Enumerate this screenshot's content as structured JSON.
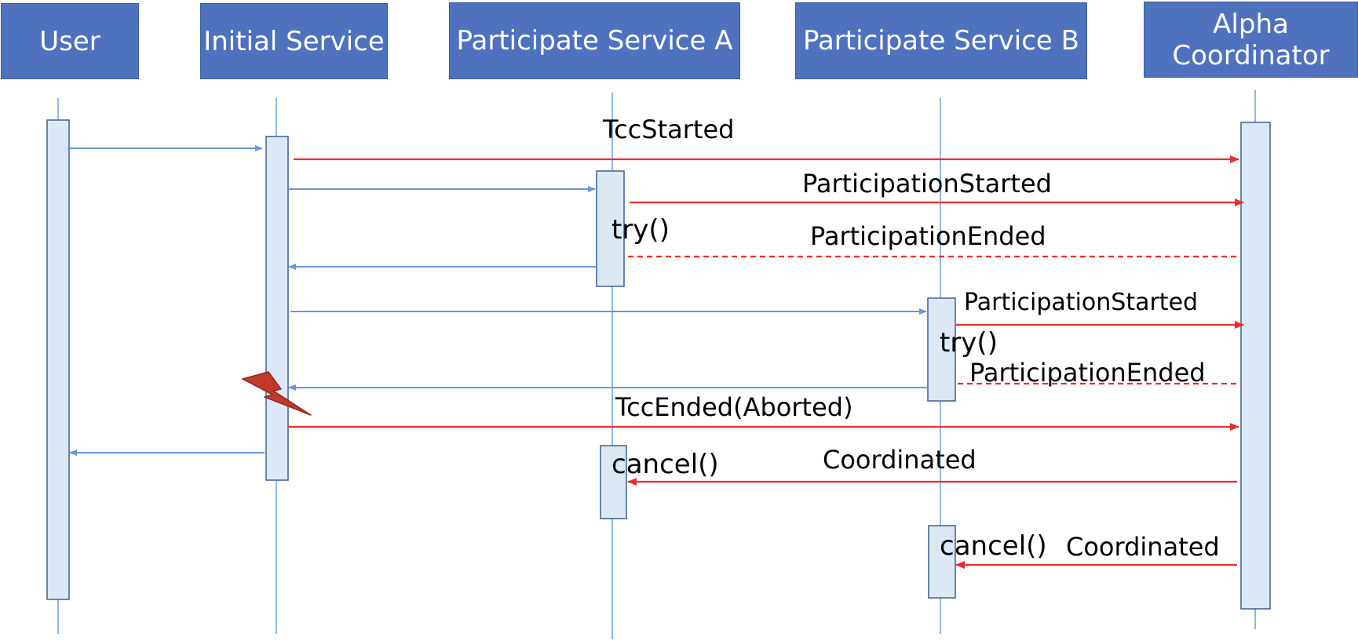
{
  "colors": {
    "header_fill": "#4f72bf",
    "header_text": "#ffffff",
    "lifeline": "#6f9fd8",
    "activation_fill": "#dde8f5",
    "activation_border": "#3d5f8f",
    "sync_arrow": "#6a97d4",
    "event_arrow": "#e8302a",
    "failure_mark": "#c0392b"
  },
  "participants": [
    {
      "id": "user",
      "label": "User"
    },
    {
      "id": "initial",
      "label": "Initial Service"
    },
    {
      "id": "svc_a",
      "label": "Participate Service A"
    },
    {
      "id": "svc_b",
      "label": "Participate Service B"
    },
    {
      "id": "alpha",
      "label": "Alpha\nCoordinator"
    }
  ],
  "messages": [
    {
      "id": "tcc_started",
      "label": "TccStarted",
      "style": "solid",
      "color": "red"
    },
    {
      "id": "a_participation_started",
      "label": "ParticipationStarted",
      "style": "solid",
      "color": "red"
    },
    {
      "id": "a_participation_ended",
      "label": "ParticipationEnded",
      "style": "dashed",
      "color": "red"
    },
    {
      "id": "b_participation_started",
      "label": "ParticipationStarted",
      "style": "solid",
      "color": "red"
    },
    {
      "id": "b_participation_ended",
      "label": "ParticipationEnded",
      "style": "dashed",
      "color": "red"
    },
    {
      "id": "tcc_ended",
      "label": "TccEnded(Aborted)",
      "style": "solid",
      "color": "red"
    },
    {
      "id": "a_coordinated",
      "label": "Coordinated",
      "style": "solid",
      "color": "red"
    },
    {
      "id": "b_coordinated",
      "label": "Coordinated",
      "style": "solid",
      "color": "red"
    }
  ],
  "activation_labels": {
    "a_try": "try()",
    "b_try": "try()",
    "a_cancel": "cancel()",
    "b_cancel": "cancel()"
  },
  "icons": {
    "failure": "lightning-bolt-icon"
  }
}
